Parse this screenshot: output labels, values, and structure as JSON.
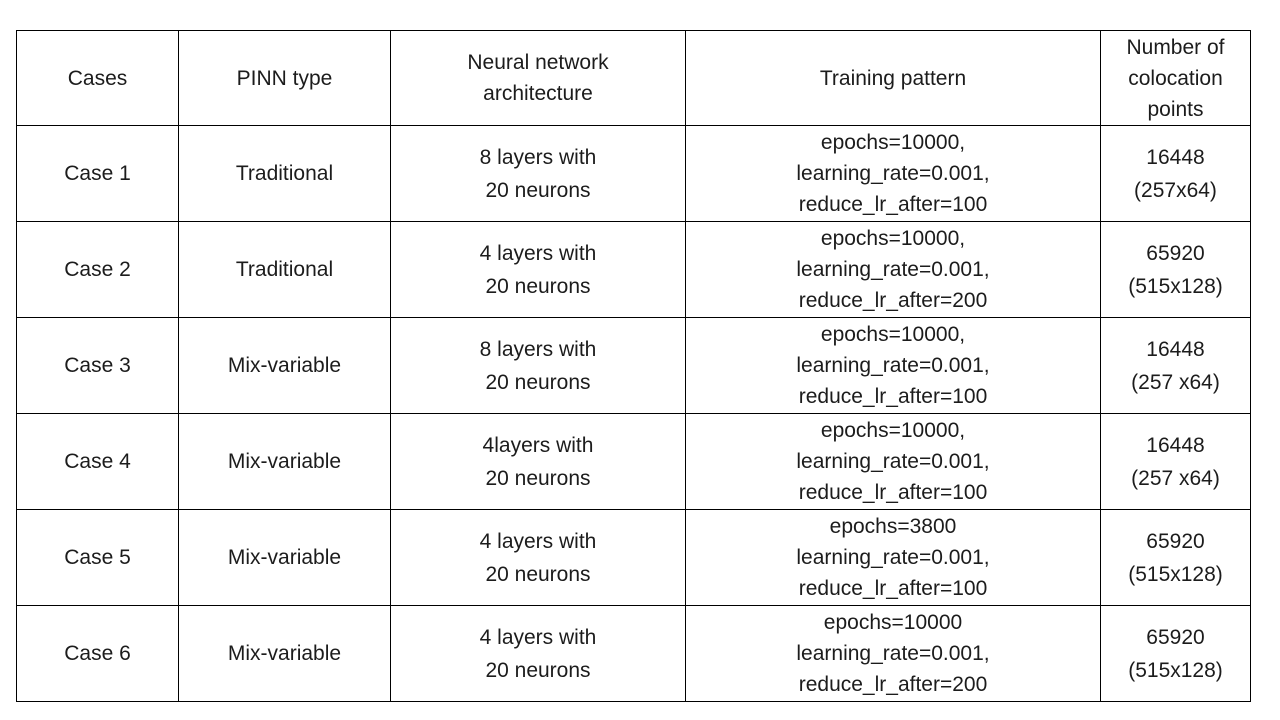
{
  "table": {
    "headers": [
      {
        "label": "Cases",
        "lines": [
          "Cases"
        ]
      },
      {
        "label": "PINN type",
        "lines": [
          "PINN type"
        ]
      },
      {
        "label": "Neural network architecture",
        "lines": [
          "Neural network",
          "architecture"
        ]
      },
      {
        "label": "Training pattern",
        "lines": [
          "Training pattern"
        ]
      },
      {
        "label": "Number of colocation points",
        "lines": [
          "Number of",
          "colocation",
          "points"
        ]
      }
    ],
    "rows": [
      {
        "case": "Case 1",
        "pinn_type": "Traditional",
        "architecture": [
          "8 layers with",
          "20 neurons"
        ],
        "training": [
          "epochs=10000,",
          "learning_rate=0.001,",
          "reduce_lr_after=100"
        ],
        "points": [
          "16448",
          "(257x64)"
        ]
      },
      {
        "case": "Case 2",
        "pinn_type": "Traditional",
        "architecture": [
          "4 layers with",
          "20 neurons"
        ],
        "training": [
          "epochs=10000,",
          "learning_rate=0.001,",
          "reduce_lr_after=200"
        ],
        "points": [
          "65920",
          "(515x128)"
        ]
      },
      {
        "case": "Case 3",
        "pinn_type": "Mix-variable",
        "architecture": [
          "8 layers with",
          "20 neurons"
        ],
        "training": [
          "epochs=10000,",
          "learning_rate=0.001,",
          "reduce_lr_after=100"
        ],
        "points": [
          "16448",
          "(257 x64)"
        ]
      },
      {
        "case": "Case 4",
        "pinn_type": "Mix-variable",
        "architecture": [
          "4layers with",
          "20 neurons"
        ],
        "training": [
          "epochs=10000,",
          "learning_rate=0.001,",
          "reduce_lr_after=100"
        ],
        "points": [
          "16448",
          "(257 x64)"
        ]
      },
      {
        "case": "Case 5",
        "pinn_type": "Mix-variable",
        "architecture": [
          "4 layers with",
          "20 neurons"
        ],
        "training": [
          "epochs=3800",
          "learning_rate=0.001,",
          "reduce_lr_after=100"
        ],
        "points": [
          "65920",
          "(515x128)"
        ]
      },
      {
        "case": "Case 6",
        "pinn_type": "Mix-variable",
        "architecture": [
          "4 layers with",
          "20 neurons"
        ],
        "training": [
          "epochs=10000",
          "learning_rate=0.001,",
          "reduce_lr_after=200"
        ],
        "points": [
          "65920",
          "(515x128)"
        ]
      }
    ]
  }
}
